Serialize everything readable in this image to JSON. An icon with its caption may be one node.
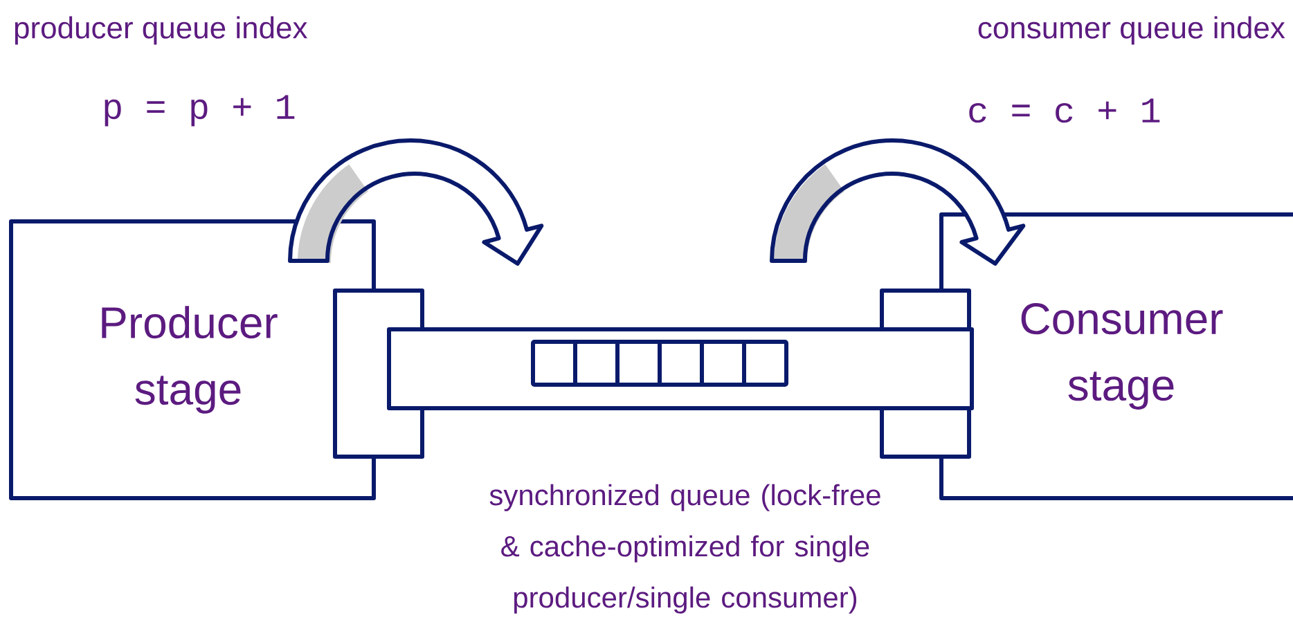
{
  "diagram": {
    "nodes": [
      {
        "text": [
          "Producer stage"
        ]
      },
      {
        "text": [
          "Consumer stage"
        ]
      },
      {
        "text": [],
        "shape": "bar",
        "beside": [
          "synchronized queue (lock-free & cache-optimized for single producer/single consumer)"
        ]
      }
    ],
    "edges": [
      {
        "from": 0,
        "to": 2,
        "arrow": "to"
      },
      {
        "from": 2,
        "to": 1,
        "arrow": "to"
      }
    ],
    "labels": [
      "producer queue index",
      "p = p + 1",
      "consumer queue index",
      "c = c + 1"
    ]
  }
}
